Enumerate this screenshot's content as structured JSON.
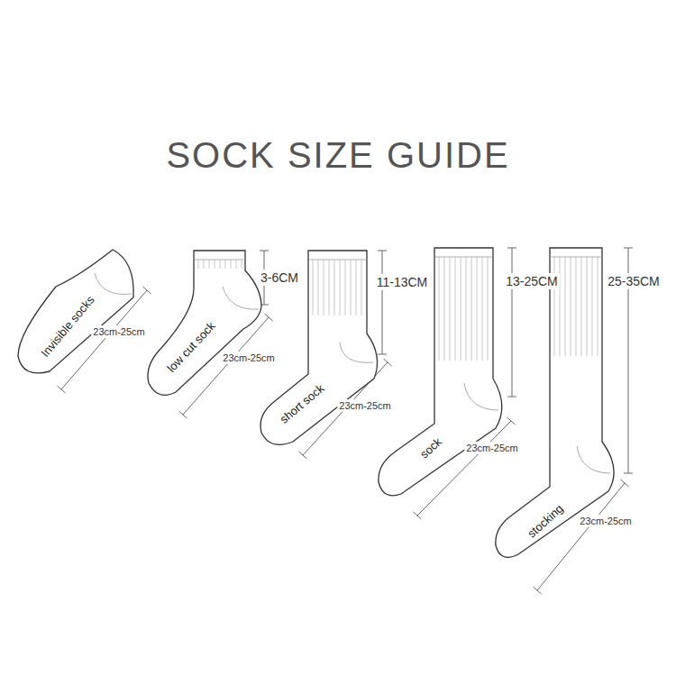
{
  "diagram": {
    "title": "SOCK SIZE GUIDE",
    "nodes": [
      {
        "text": [
          "Invisible socks"
        ]
      },
      {
        "text": [
          "low cut sock"
        ]
      },
      {
        "text": [
          "short sock"
        ]
      },
      {
        "text": [
          "sock"
        ]
      },
      {
        "text": [
          "stocking"
        ]
      }
    ],
    "labels": [
      "23cm-25cm",
      "3-6CM",
      "23cm-25cm",
      "11-13CM",
      "23cm-25cm",
      "13-25CM",
      "23cm-25cm",
      "25-35CM",
      "23cm-25cm"
    ]
  }
}
